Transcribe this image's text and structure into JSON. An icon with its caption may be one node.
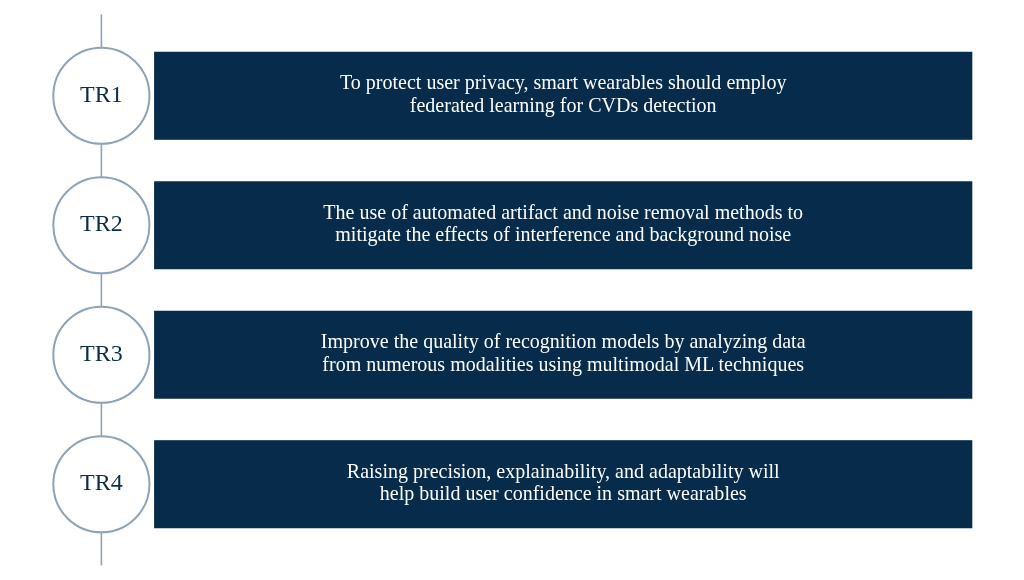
{
  "diagram": {
    "nodes": [
      {
        "text": [
          "TR1"
        ]
      },
      {
        "text": [
          "To protect user privacy, smart wearables should employ federated learning for CVDs detection"
        ]
      },
      {
        "text": [
          "TR2"
        ]
      },
      {
        "text": [
          "The use of automated artifact and noise removal methods to mitigate the effects of interference and background noise"
        ]
      },
      {
        "text": [
          "TR3"
        ]
      },
      {
        "text": [
          "Improve the quality of recognition models by analyzing data from numerous modalities using multimodal ML techniques"
        ]
      },
      {
        "text": [
          "TR4"
        ]
      },
      {
        "text": [
          "Raising precision, explainability, and adaptability will help build user confidence in smart wearables"
        ]
      }
    ],
    "edges": [
      {
        "from": null,
        "to": 0,
        "arrow": "none"
      },
      {
        "from": 0,
        "to": 2,
        "arrow": "none"
      },
      {
        "from": 2,
        "to": 4,
        "arrow": "none"
      },
      {
        "from": 4,
        "to": 6,
        "arrow": "none"
      },
      {
        "from": 6,
        "to": null,
        "arrow": "none"
      }
    ]
  }
}
